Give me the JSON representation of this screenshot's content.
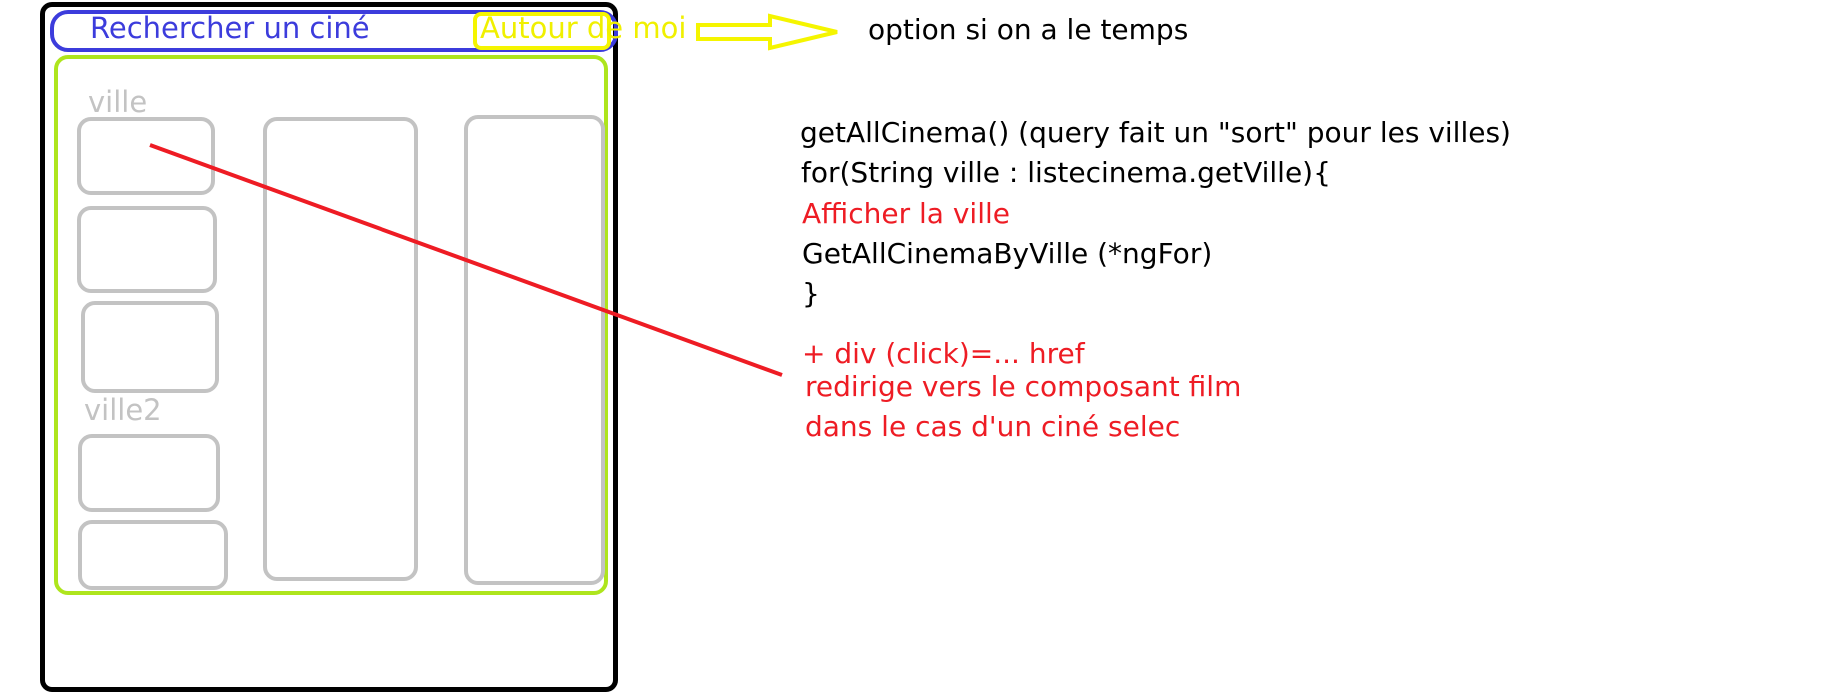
{
  "mockup": {
    "search_label": "Rechercher un ciné",
    "around_label": "Autour de moi",
    "city1_label": "ville",
    "city2_label": "ville2"
  },
  "annotations": {
    "optional_note": "option si on a le temps"
  },
  "code_notes": {
    "line1": "getAllCinema()   (query fait un \"sort\" pour les villes)",
    "line2": "for(String ville : listecinema.getVille){",
    "line3": "Afficher la ville",
    "line4": "GetAllCinemaByVille    (*ngFor)",
    "line5": "}",
    "line6": "+ div (click)=...   href",
    "line7": "redirige vers le composant film",
    "line8": "dans le cas d'un ciné selec"
  },
  "colors": {
    "frame": "#000000",
    "search_bar": "#3c3cdc",
    "around_button": "#f5f500",
    "content_frame": "#aee51d",
    "tiles": "#c3c3c3",
    "highlight_text": "#ee1c24",
    "connector": "#ee1c24"
  }
}
